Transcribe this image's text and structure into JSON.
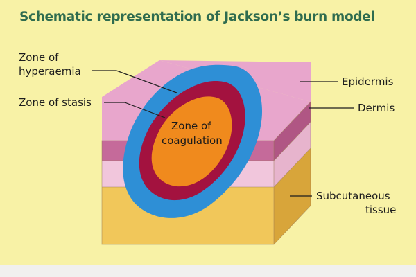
{
  "title": "Schematic representation of Jackson’s burn model",
  "labels": {
    "hyperaemia_line1": "Zone of",
    "hyperaemia_line2": "hyperaemia",
    "stasis": "Zone of stasis",
    "coagulation_line1": "Zone of",
    "coagulation_line2": "coagulation",
    "epidermis": "Epidermis",
    "dermis": "Dermis",
    "subcutaneous_line1": "Subcutaneous",
    "subcutaneous_line2": "tissue"
  },
  "colors": {
    "background": "#f8f2a6",
    "title": "#2f6c4f",
    "epidermis_top": "#e8a6cc",
    "epidermis_side": "#c56a9a",
    "dermis_side": "#f1c6dc",
    "subcutaneous_front": "#f1c75a",
    "subcutaneous_side": "#d8a53a",
    "hyperaemia": "#2e8fd6",
    "stasis": "#a3123f",
    "coagulation": "#f08a1d"
  }
}
